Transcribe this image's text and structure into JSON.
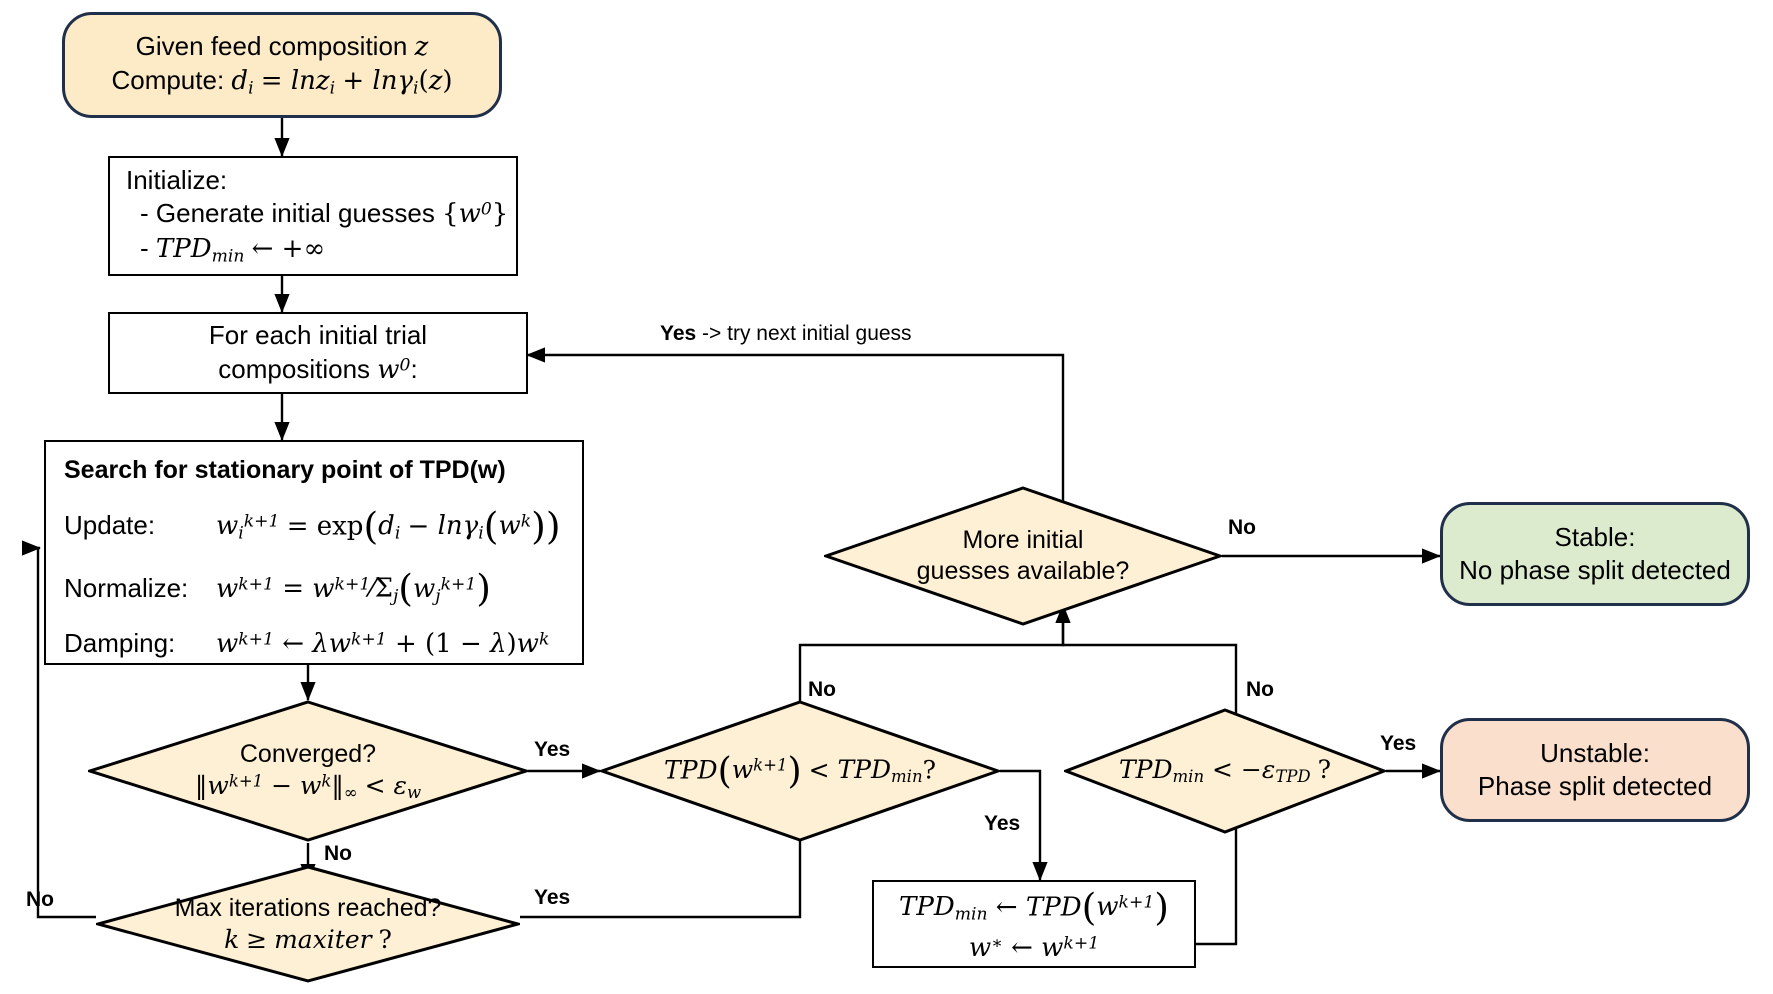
{
  "diagram": {
    "title": "TPD stability analysis flowchart",
    "colors": {
      "start_fill": "#fdebc8",
      "decision_fill": "#fdf0d5",
      "stable_fill": "#dceacd",
      "unstable_fill": "#fbdfcd",
      "terminator_stroke": "#20304a",
      "process_stroke": "#000000",
      "edge_stroke": "#000000"
    }
  },
  "nodes": {
    "start": {
      "name": "start-given-feed-composition",
      "line1_pre": "Given feed composition ",
      "line1_var": "z",
      "line2_pre": "Compute: ",
      "line2_expr": "d_i = ln z_i + ln γ_i(z)"
    },
    "initialize": {
      "name": "initialize-box",
      "line1": "Initialize:",
      "line2": "- Generate initial guesses {w⁰}",
      "line3": "- TPD_min ← +∞"
    },
    "foreach": {
      "name": "for-each-initial-trial",
      "line1": "For each initial trial",
      "line2": "compositions w⁰:"
    },
    "search": {
      "name": "search-stationary-point",
      "header": "Search for stationary point of TPD(w)",
      "rows": [
        {
          "label": "Update:",
          "expr": "w_i^{k+1} = exp( d_i − lnγ_i(w^k) )"
        },
        {
          "label": "Normalize:",
          "expr": "w^{k+1} = w^{k+1} / Σ_j( w_j^{k+1} )"
        },
        {
          "label": "Damping:",
          "expr": "w^{k+1} ← λ w^{k+1} + (1−λ) w^k"
        }
      ]
    },
    "converged": {
      "name": "decision-converged",
      "line1": "Converged?",
      "line2": "‖w^{k+1} − w^k‖_∞ < ε_w"
    },
    "maxiter": {
      "name": "decision-max-iterations",
      "line1": "Max iterations reached?",
      "line2": "k ≥ maxiter ?"
    },
    "tpd_compare": {
      "name": "decision-tpd-less-than-tpdmin",
      "line1": "TPD(w^{k+1}) < TPD_min ?"
    },
    "assign": {
      "name": "assign-tpdmin-and-wstar",
      "line1": "TPD_min ← TPD(w^{k+1})",
      "line2": "w* ← w^{k+1}"
    },
    "more_guesses": {
      "name": "decision-more-initial-guesses",
      "line1": "More initial",
      "line2": "guesses available?"
    },
    "tpd_threshold": {
      "name": "decision-tpdmin-less-than-neg-eps",
      "line1": "TPD_min < −ε_TPD ?"
    },
    "stable": {
      "name": "terminal-stable",
      "line1": "Stable:",
      "line2": "No phase split detected"
    },
    "unstable": {
      "name": "terminal-unstable",
      "line1": "Unstable:",
      "line2": "Phase split detected"
    }
  },
  "edge_labels": {
    "retry_yes": "Yes",
    "retry_rest": " -> try next initial guess",
    "converged_yes": "Yes",
    "converged_no": "No",
    "maxiter_no": "No",
    "maxiter_yes": "Yes",
    "tpd_compare_no": "No",
    "tpd_compare_yes": "Yes",
    "more_guesses_no": "No",
    "tpd_threshold_no": "No",
    "tpd_threshold_yes": "Yes"
  }
}
